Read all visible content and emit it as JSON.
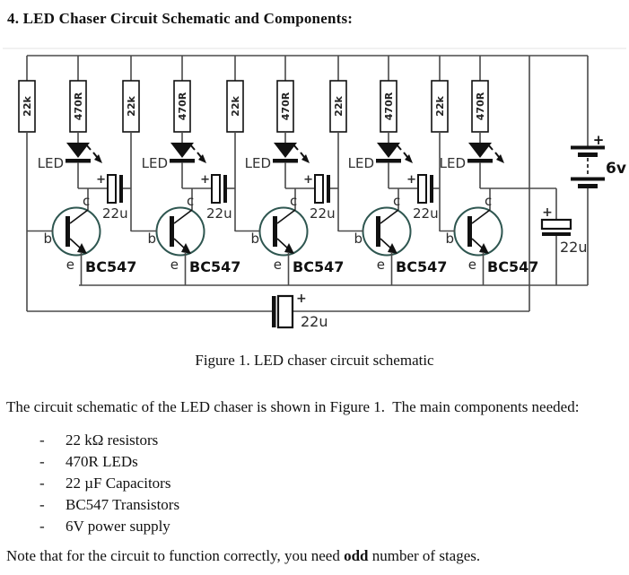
{
  "page": {
    "heading": "4. LED Chaser Circuit Schematic and Components:",
    "figure": {
      "caption": "Figure 1. LED chaser circuit schematic"
    },
    "intro": "The circuit schematic of the LED chaser is shown in Figure 1.  The main components needed:",
    "list_bullet": "-",
    "components": [
      "22 kΩ resistors",
      "470R LEDs",
      "22 µF Capacitors",
      "BC547 Transistors",
      "6V power supply"
    ],
    "note": {
      "pre": "Note that for the circuit to function correctly, you need ",
      "emphasis": "odd",
      "post": " number of stages."
    }
  },
  "schematic": {
    "stages": 5,
    "labels": {
      "base_resistor": "22k",
      "led_resistor": "470R",
      "led": "LED",
      "capacitor_value": "22u",
      "transistor_part": "BC547",
      "base": "b",
      "collector": "c",
      "emitter": "e",
      "plus": "+",
      "battery_voltage": "6v"
    },
    "colors": {
      "wire": "#4a4a4a",
      "component": "#111111",
      "transistor_ring": "#2e5650",
      "text": "#2b2b2b",
      "figure_border": "#e3e3e3"
    }
  }
}
